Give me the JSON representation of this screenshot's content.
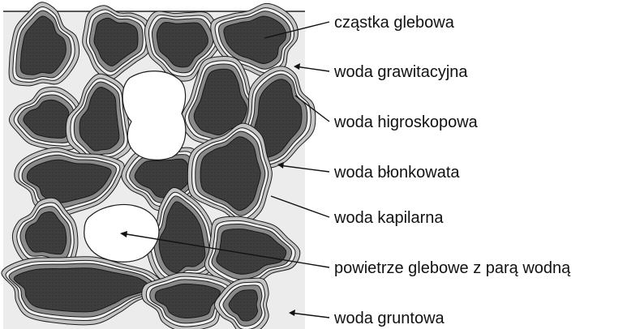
{
  "diagram": {
    "labels": [
      {
        "key": "soil_particle",
        "text": "cząstka glebowa"
      },
      {
        "key": "gravitational_water",
        "text": "woda grawitacyjna"
      },
      {
        "key": "hygroscopic_water",
        "text": "woda higroskopowa"
      },
      {
        "key": "film_water",
        "text": "woda błonkowata"
      },
      {
        "key": "capillary_water",
        "text": "woda kapilarna"
      },
      {
        "key": "soil_air",
        "text": "powietrze glebowe z parą wodną"
      },
      {
        "key": "groundwater",
        "text": "woda gruntowa"
      }
    ],
    "colors": {
      "background": "#ececec",
      "capillary_water": "#c4c4c4",
      "film_water": "#eeeeee",
      "hygroscopic_water": "#8a8a8a",
      "soil_particle": "#3e3e3e",
      "air_pocket": "#ffffff",
      "outline": "#1a1a1a"
    }
  }
}
